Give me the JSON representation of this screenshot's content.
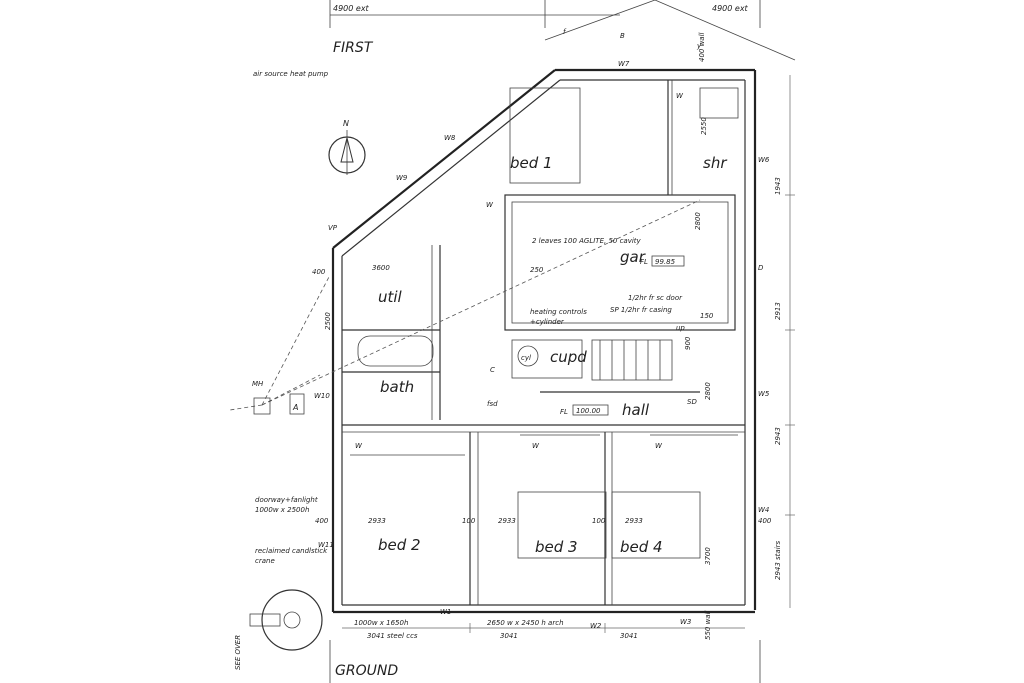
{
  "sheet": {
    "title_first": "FIRST",
    "title_ground": "GROUND",
    "north": "N",
    "annotation_heat_pump": "air source heat pump",
    "annotation_doorway": "doorway+fanlight",
    "annotation_doorway_size": "1000w x 2500h",
    "annotation_reclaimed": "reclaimed candlstick",
    "annotation_crane": "crane",
    "annotation_see_over": "SEE OVER",
    "dim_top_left": "4900 ext",
    "dim_top_right": "4900 ext"
  },
  "rooms": {
    "bed1": "bed 1",
    "bed2": "bed 2",
    "bed3": "bed 3",
    "bed4": "bed 4",
    "shr": "shr",
    "gar": "gar",
    "util": "util",
    "bath": "bath",
    "cupd": "cupd",
    "hall": "hall",
    "cyl": "cyl"
  },
  "notes": {
    "gar_wall": "2 leaves 100 AGLITE, 50 cavity",
    "gar_fl": "FL",
    "gar_level": "99.85",
    "hall_fl": "FL",
    "hall_level": "100.00",
    "fire_door": "1/2hr fr sc door",
    "casing": "SP 1/2hr fr casing",
    "heating": "heating controls",
    "cylinder": "+cylinder",
    "up": "up",
    "win_w1": "1000w x 1650h",
    "win_w1_ccs": "3041 steel ccs",
    "arch": "2650 w x 2450 h arch",
    "arch_dim": "3041",
    "dim_3041_right": "3041",
    "sd": "SD",
    "fsd": "fsd",
    "gar_dim": "2800"
  },
  "labels": {
    "w": "W",
    "w1": "W1",
    "w2": "W2",
    "w3": "W3",
    "w4": "W4",
    "w5": "W5",
    "w6": "W6",
    "w7": "W7",
    "w8": "W8",
    "w9": "W9",
    "w10": "W10",
    "w11": "W11",
    "vp": "VP",
    "mh": "MH",
    "a": "A",
    "d": "D",
    "c": "C",
    "b": "B",
    "f": "f",
    "y": "y"
  },
  "dims": {
    "d3600": "3600",
    "d250": "250",
    "d400a": "400",
    "d400b": "400",
    "d400c": "400",
    "d2933a": "2933",
    "d2933b": "2933",
    "d2933c": "2933",
    "d100a": "100",
    "d100b": "100",
    "d2913": "2913",
    "d2943": "2943",
    "d1943": "1943",
    "d2943stairs": "2943 stairs",
    "d150": "150",
    "d900": "900",
    "d2550": "2550",
    "d3700": "3700",
    "d2800b": "2800",
    "d2500": "2500",
    "d400wall": "400 wall",
    "d550": "550 wall"
  }
}
